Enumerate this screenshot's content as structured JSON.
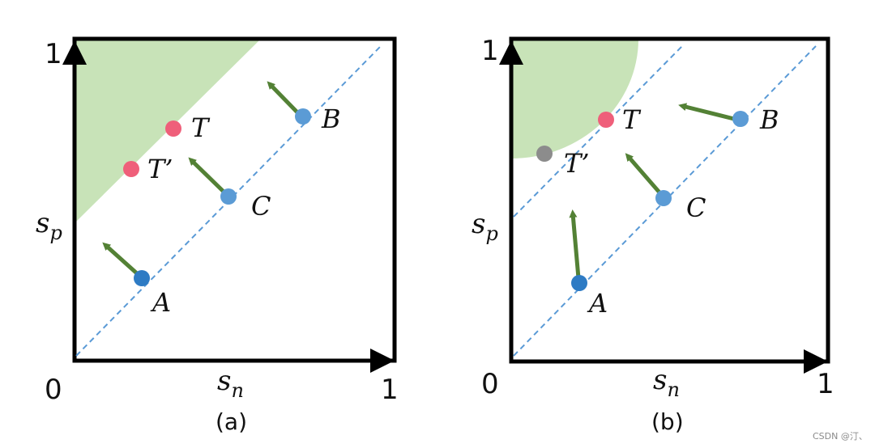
{
  "colors": {
    "region": "#c8e3b8",
    "dashed": "#5a9ad6",
    "point_blue": "#5b9bd5",
    "point_blue_dark": "#2e7bc4",
    "point_red": "#ef5f7a",
    "point_gray": "#8c8c8c",
    "arrow": "#538135",
    "axis": "#000000"
  },
  "panels": [
    {
      "caption": "(a)",
      "axis": {
        "origin": "0",
        "x_one": "1",
        "y_one": "1",
        "x_label": "s",
        "x_sub": "n",
        "y_label": "s",
        "y_sub": "p"
      },
      "points": [
        {
          "label": "T",
          "color": "red"
        },
        {
          "label": "T’",
          "color": "red"
        },
        {
          "label": "B",
          "color": "blue"
        },
        {
          "label": "C",
          "color": "blue"
        },
        {
          "label": "A",
          "color": "blue_dark"
        }
      ]
    },
    {
      "caption": "(b)",
      "axis": {
        "origin": "0",
        "x_one": "1",
        "y_one": "1",
        "x_label": "s",
        "x_sub": "n",
        "y_label": "s",
        "y_sub": "p"
      },
      "points": [
        {
          "label": "T",
          "color": "red"
        },
        {
          "label": "T’",
          "color": "gray"
        },
        {
          "label": "B",
          "color": "blue"
        },
        {
          "label": "C",
          "color": "blue"
        },
        {
          "label": "A",
          "color": "blue_dark"
        }
      ]
    }
  ],
  "watermark": "CSDN @汀、"
}
